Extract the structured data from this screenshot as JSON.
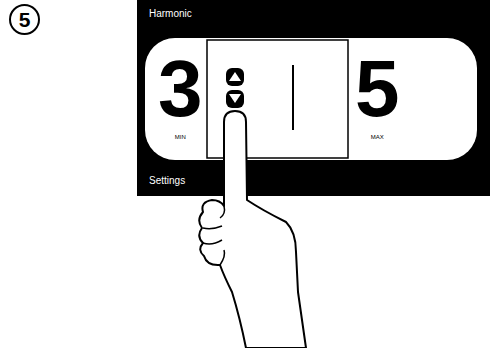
{
  "diagram": {
    "nodes": [
      {
        "text": [
          "5"
        ]
      },
      {
        "text": [
          "Harmonic",
          "Settings"
        ]
      },
      {
        "text": [
          "3",
          "MIN",
          "5",
          "MAX"
        ],
        "in": 1
      }
    ]
  }
}
